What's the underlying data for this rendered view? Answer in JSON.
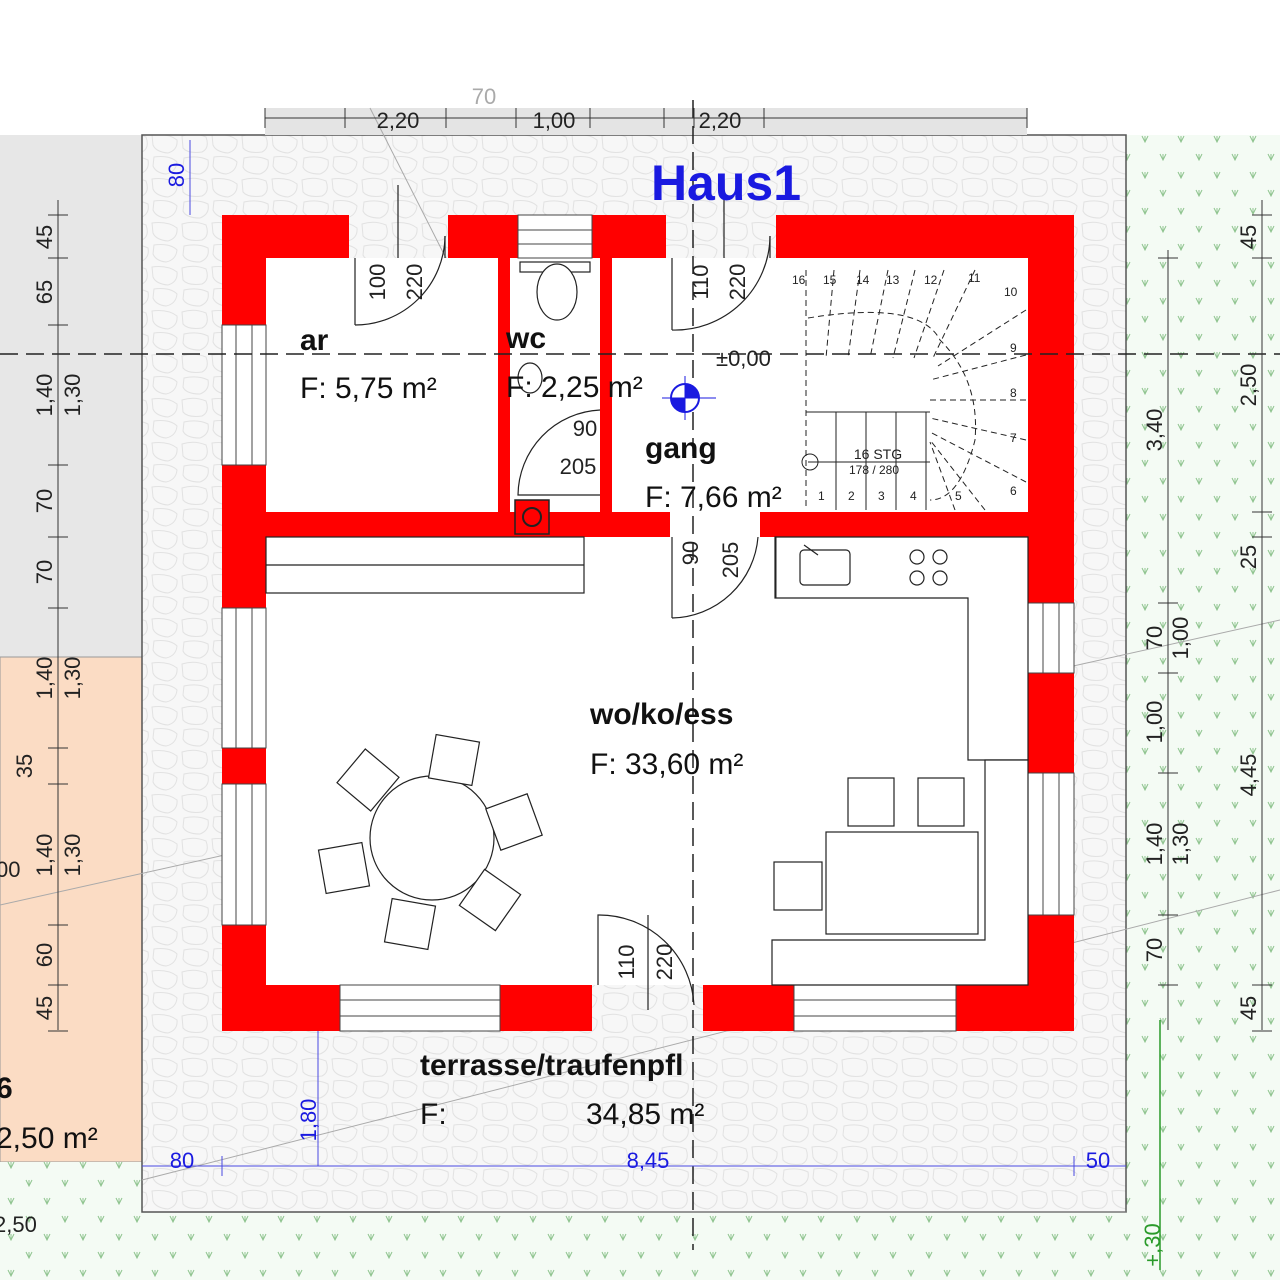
{
  "title": "Haus1",
  "colors": {
    "wall": "#ff0000",
    "title": "#1a1ae0",
    "neighbor": "#fbdcc4",
    "grass": "#f2faf2"
  },
  "top_dims": [
    "2,20",
    "1,00",
    "2,20",
    "70"
  ],
  "left_dims": [
    "45",
    "65",
    "1,40",
    "1,30",
    "70",
    "70",
    "1,40",
    "1,30",
    "35",
    "1,40",
    "1,30",
    "60",
    "45",
    "00"
  ],
  "right_dims_outer": [
    "45",
    "2,50",
    "25",
    "4,45",
    "45"
  ],
  "right_dims_inner": [
    "3,40",
    "70",
    "1,00",
    "1,00",
    "1,40",
    "1,30",
    "70",
    "+,30"
  ],
  "blue_dims": {
    "top_left": "80",
    "bottom_left": "80",
    "bottom_center": "8,45",
    "bottom_right": "50"
  },
  "site_dims": {
    "terrace_depth": "1,80",
    "bottom_left": "2,50"
  },
  "rooms": {
    "ar": {
      "name": "ar",
      "area": "F: 5,75 m²"
    },
    "wc": {
      "name": "wc",
      "area": "F: 2,25 m²"
    },
    "gang": {
      "name": "gang",
      "area": "F: 7,66 m²"
    },
    "wko": {
      "name": "wo/ko/ess",
      "area": "F: 33,60 m²"
    },
    "terrace": {
      "name": "terrasse/traufenpfl",
      "area_label": "F:",
      "area_value": "34,85 m²"
    },
    "neighbor": {
      "name": "6",
      "area": "2,50 m²"
    }
  },
  "doors": {
    "ar": [
      "100",
      "220"
    ],
    "entry": [
      "110",
      "220"
    ],
    "gang_door": [
      "90",
      "205"
    ],
    "wko_door": [
      "90",
      "205"
    ],
    "terrace_door": [
      "110",
      "220"
    ]
  },
  "level": "±0,00",
  "stairs": {
    "label_steps": "16 STG",
    "label_ratio": "178 / 280",
    "step_numbers": [
      "1",
      "2",
      "3",
      "4",
      "5",
      "6",
      "7",
      "8",
      "9",
      "10",
      "11",
      "12",
      "13",
      "14",
      "15",
      "16"
    ]
  }
}
